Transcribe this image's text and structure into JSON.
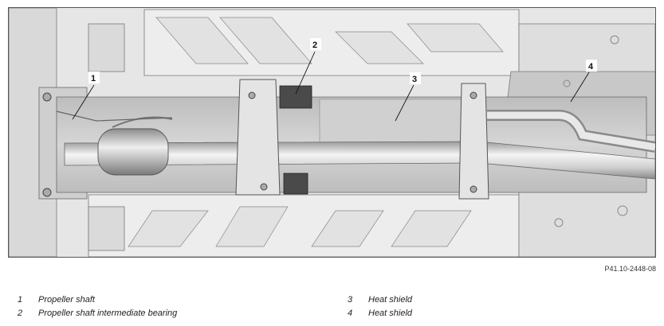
{
  "figure": {
    "id": "P41.10-2448-08",
    "callouts": [
      "1",
      "2",
      "3",
      "4"
    ]
  },
  "legend": [
    {
      "number": "1",
      "label": "Propeller shaft"
    },
    {
      "number": "2",
      "label": "Propeller shaft intermediate bearing"
    },
    {
      "number": "3",
      "label": "Heat shield"
    },
    {
      "number": "4",
      "label": "Heat shield"
    }
  ]
}
